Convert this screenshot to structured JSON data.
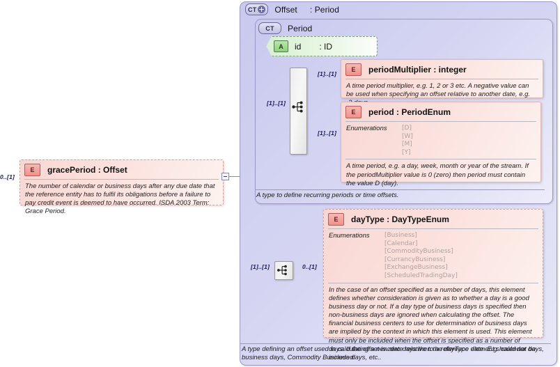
{
  "diagram": {
    "type": "xsd-schema-diagram",
    "title": "Offset : Period"
  },
  "outer_type": {
    "badge": "CT",
    "badge_icon": "complex-type-expand-icon",
    "name": "Offset",
    "separator": ":",
    "type": "Period",
    "documentation": "A type defining an offset used in calculating a new date relative to a reference date. E.g. calendar days, business days, Commodity Business days, etc.."
  },
  "inner_type": {
    "badge": "CT",
    "name": "Period",
    "documentation": "A type to define recurring periods or time offsets."
  },
  "attribute": {
    "badge": "A",
    "name": "id",
    "separator": ": ID"
  },
  "elements": {
    "period_multiplier": {
      "badge": "E",
      "title": "periodMultiplier : integer",
      "cardinality": "[1]..[1]",
      "documentation": "A time period multiplier, e.g. 1, 2 or 3 etc. A negative value can be used when specifying an offset relative to another date, e.g. -2 days."
    },
    "period": {
      "badge": "E",
      "title": "period     : PeriodEnum",
      "cardinality": "[1]..[1]",
      "enumerations_label": "Enumerations",
      "enumerations": [
        "[D]",
        "[W]",
        "[M]",
        "[Y]"
      ],
      "documentation": "A time period, e.g. a day, week, month or year of the stream. If the periodMultiplier value is 0 (zero) then period must contain the value D (day)."
    },
    "day_type": {
      "badge": "E",
      "title": "dayType : DayTypeEnum",
      "cardinality": "0..[1]",
      "enumerations_label": "Enumerations",
      "enumerations": [
        "[Business]",
        "[Calendar]",
        "[CommodityBusiness]",
        "[CurrancyBusiness]",
        "[ExchangeBusiness]",
        "[ScheduledTradingDay]"
      ],
      "documentation": "In the case of an offset specified as a number of days, this element defines whether consideration is given as to whether a day is a good business day or not. If a day type of business days is specified then non-business days are ignored when calculating the offset. The financial business centers to use for determination of business days are implied by the context in which this element is used. This element must only be included when the offset is specified as a number of days. If the offset is zero days then the dayType element should not be included."
    },
    "grace_period": {
      "badge": "E",
      "title": "gracePeriod : Offset",
      "cardinality": "0..[1]",
      "documentation": "The number of calendar or business days after any due date that the reference entity has to fulfil its obligations before a failure to pay credit event is deemed to have occurred. ISDA 2003 Term: Grace Period."
    }
  },
  "compositors": {
    "sequence_top": {
      "kind": "sequence",
      "cardinality_left": "[1]..[1]"
    },
    "sequence_bottom": {
      "kind": "sequence",
      "cardinality_left": "[1]..[1]"
    }
  },
  "colors": {
    "complex_type_bg": "#d4d4f2",
    "complex_type_border": "#9a9ac4",
    "element_bg": "#f8d7d3",
    "element_border": "#e0b7b7",
    "attribute_bg": "#d8f0d2",
    "attribute_border": "#7f9f7f",
    "connector": "#8a8aa0",
    "cardinality_text": "#1c1c5a"
  }
}
